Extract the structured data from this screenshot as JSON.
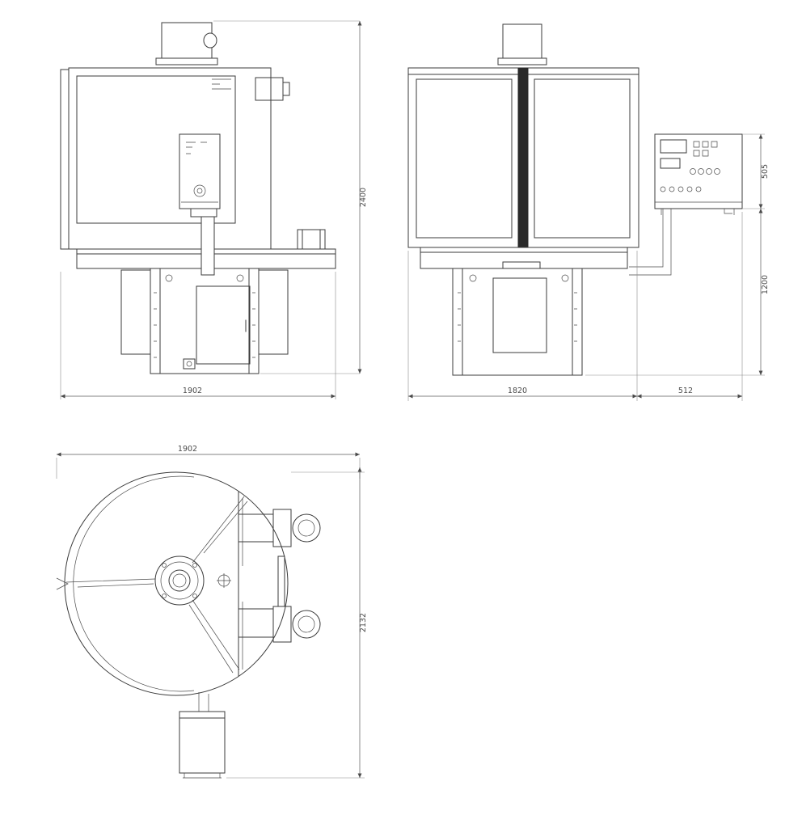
{
  "drawing": {
    "front_view": {
      "height_dim": "2400",
      "width_dim": "1902"
    },
    "side_view": {
      "width_dim": "1820",
      "panel_offset_dim": "512",
      "panel_height_dim": "505",
      "panel_elevation_dim": "1200"
    },
    "plan_view": {
      "width_dim": "1902",
      "depth_dim": "2132"
    }
  }
}
